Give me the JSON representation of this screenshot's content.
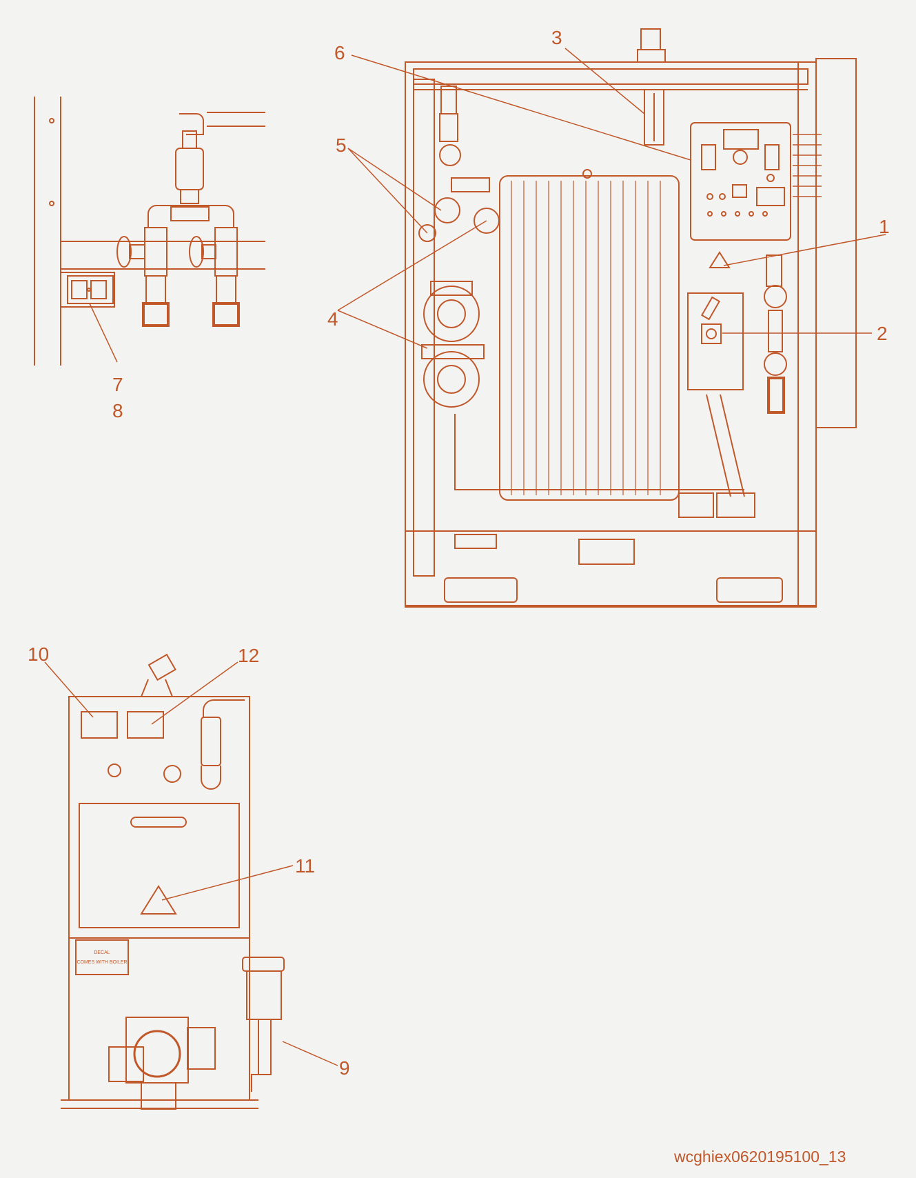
{
  "diagram": {
    "stroke_color": "#c0582a",
    "background": "#f3f3f2",
    "callouts": [
      "1",
      "2",
      "3",
      "4",
      "5",
      "6",
      "7",
      "8",
      "9",
      "10",
      "11",
      "12"
    ],
    "decal_lines": [
      "DECAL",
      "COMES WITH BOILER"
    ],
    "document_id": "wcghiex0620195100_13"
  }
}
